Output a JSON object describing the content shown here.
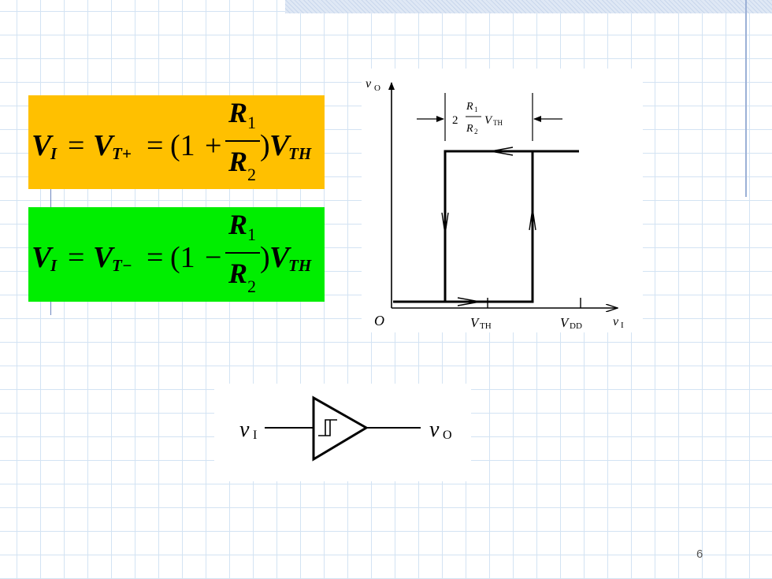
{
  "slide": {
    "page_number": "6"
  },
  "formula_upper": {
    "lhs_v": "V",
    "lhs_sub": "I",
    "eq1": "=",
    "vt_v": "V",
    "vt_sub": "T+",
    "eq2": "=",
    "open": "(1",
    "op": "+",
    "num_r": "R",
    "num_sub": "1",
    "den_r": "R",
    "den_sub": "2",
    "close": ")",
    "vth_v": "V",
    "vth_sub": "TH",
    "bg_color": "#ffc000"
  },
  "formula_lower": {
    "lhs_v": "V",
    "lhs_sub": "I",
    "eq1": "=",
    "vt_v": "V",
    "vt_sub": "T−",
    "eq2": "=",
    "open": "(1",
    "op": "−",
    "num_r": "R",
    "num_sub": "1",
    "den_r": "R",
    "den_sub": "2",
    "close": ")",
    "vth_v": "V",
    "vth_sub": "TH",
    "bg_color": "#00ee00"
  },
  "hysteresis_plot": {
    "y_axis_label": "v",
    "y_axis_sub": "O",
    "x_axis_label": "v",
    "x_axis_sub": "I",
    "origin_label": "O",
    "tick_vth": "V",
    "tick_vth_sub": "TH",
    "tick_vdd": "V",
    "tick_vdd_sub": "DD",
    "width_coef": "2",
    "width_num": "R",
    "width_num_sub": "1",
    "width_den": "R",
    "width_den_sub": "2",
    "width_v": "V",
    "width_v_sub": "TH"
  },
  "schmitt_symbol": {
    "input_label": "v",
    "input_sub": "I",
    "output_label": "v",
    "output_sub": "O"
  }
}
